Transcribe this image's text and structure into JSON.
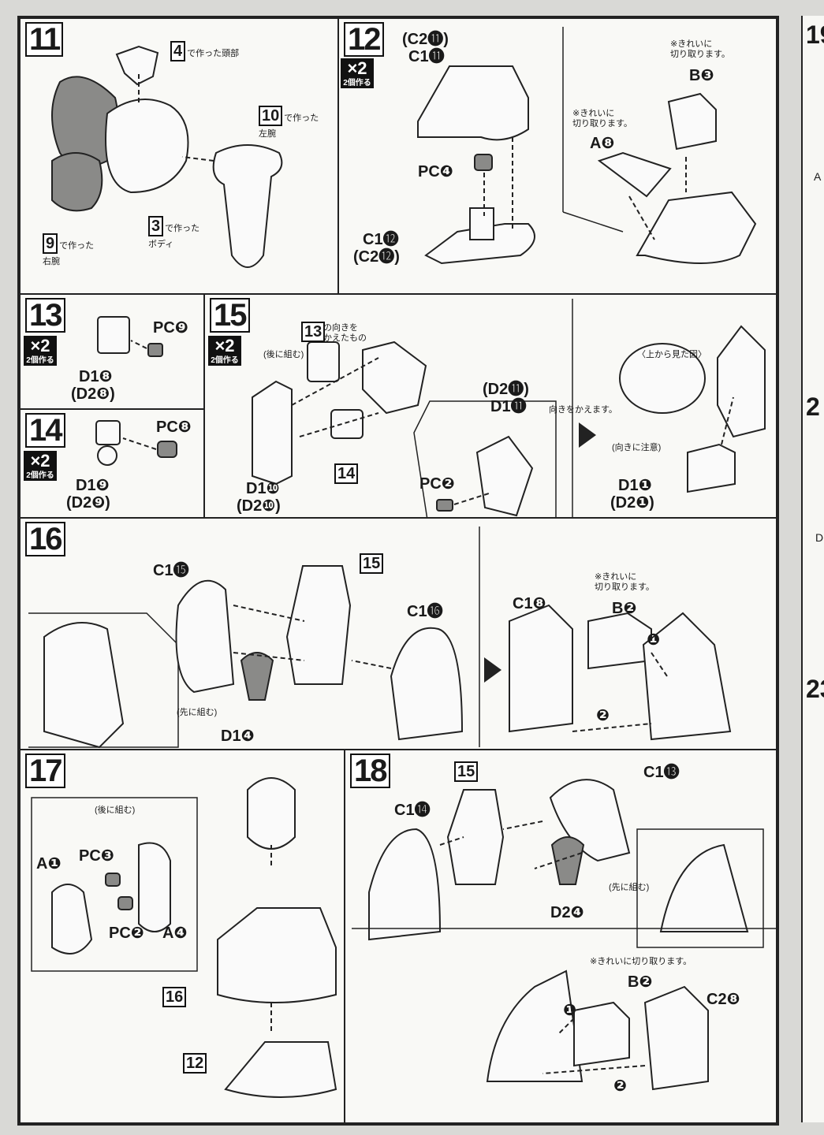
{
  "steps": {
    "s11": {
      "num": "11",
      "head": "で作った頭部",
      "left_arm": "で作った\n左腕",
      "body": "で作った\nボディ",
      "right_arm": "で作った\n右腕",
      "ref_head": "4",
      "ref_left": "10",
      "ref_body": "3",
      "ref_right": "9"
    },
    "s12": {
      "num": "12",
      "x2": "×2",
      "x2_sub": "2個作る",
      "c2_11": "(C2⓫)",
      "c1_11": "C1⓫",
      "pc4": "PC❹",
      "c1_12": "C1⓬",
      "c2_12": "(C2⓬)",
      "note_b": "※きれいに\n切り取ります。",
      "b3": "B❸",
      "note_a": "※きれいに\n切り取ります。",
      "a8": "A❽"
    },
    "s13": {
      "num": "13",
      "x2": "×2",
      "x2_sub": "2個作る",
      "pc9": "PC❾",
      "d18": "D1❽",
      "d28": "(D2❽)"
    },
    "s14": {
      "num": "14",
      "x2": "×2",
      "x2_sub": "2個作る",
      "pc8": "PC❽",
      "d19": "D1❾",
      "d29": "(D2❾)"
    },
    "s15": {
      "num": "15",
      "x2": "×2",
      "x2_sub": "2個作る",
      "ref13": "13",
      "ref13_text": "の向きを\nかえたもの",
      "later": "(後に組む)",
      "ref14": "14",
      "d110": "D1❿",
      "d210": "(D2❿)",
      "d211": "(D2⓫)",
      "d111": "D1⓫",
      "pc2": "PC❷",
      "turn": "向きをかえます。",
      "top_view": "〈上から見た図〉",
      "caution": "(向きに注意)",
      "d11": "D1❶",
      "d21": "(D2❶)"
    },
    "s16": {
      "num": "16",
      "c115": "C1⓯",
      "ref15": "15",
      "c116": "C1⓰",
      "first": "(先に組む)",
      "d14": "D1❹",
      "c18": "C1❽",
      "note": "※きれいに\n切り取ります。",
      "b2": "B❷",
      "n1": "❶",
      "n2": "❷"
    },
    "s17": {
      "num": "17",
      "later": "(後に組む)",
      "a1": "A❶",
      "pc3": "PC❸",
      "pc2": "PC❷",
      "a4": "A❹",
      "ref16": "16",
      "ref12": "12"
    },
    "s18": {
      "num": "18",
      "ref15": "15",
      "c113": "C1⓭",
      "c114": "C1⓮",
      "d24": "D2❹",
      "first": "(先に組む)",
      "note": "※きれいに切り取ります。",
      "b2": "B❷",
      "c28": "C2❽",
      "n1": "❶",
      "n2": "❷"
    }
  },
  "edge": {
    "n19": "19",
    "n21": "2",
    "n23": "23",
    "a": "A",
    "d": "D"
  }
}
